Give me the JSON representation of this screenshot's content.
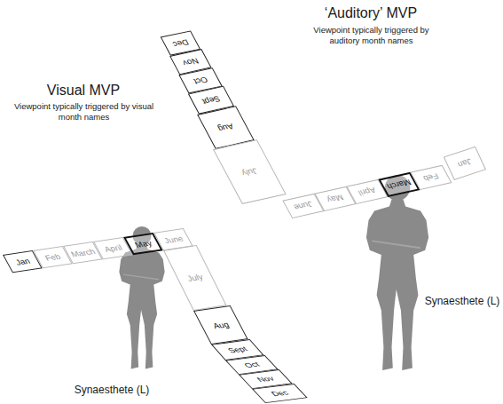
{
  "diagram": {
    "nodes": [
      {
        "text": [
          "Dec"
        ]
      },
      {
        "text": [
          "Nov"
        ]
      },
      {
        "text": [
          "Oct"
        ]
      },
      {
        "text": [
          "Sept"
        ]
      },
      {
        "text": [
          "Aug"
        ]
      },
      {
        "text": [
          "July"
        ]
      },
      {
        "text": [
          "June"
        ]
      },
      {
        "text": [
          "May"
        ]
      },
      {
        "text": [
          "April"
        ]
      },
      {
        "text": [
          "March"
        ]
      },
      {
        "text": [
          "Feb"
        ]
      },
      {
        "text": [
          "Jan"
        ]
      },
      {
        "text": [
          "Jan"
        ]
      },
      {
        "text": [
          "Feb"
        ]
      },
      {
        "text": [
          "March"
        ]
      },
      {
        "text": [
          "April"
        ]
      },
      {
        "text": [
          "May"
        ]
      },
      {
        "text": [
          "June"
        ]
      },
      {
        "text": [
          "July"
        ]
      },
      {
        "text": [
          "Aug"
        ]
      },
      {
        "text": [
          "Sept"
        ]
      },
      {
        "text": [
          "Oct"
        ]
      },
      {
        "text": [
          "Nov"
        ]
      },
      {
        "text": [
          "Dec"
        ]
      }
    ],
    "labels": [
      "‘Auditory’ MVP",
      "Viewpoint typically triggered by auditory month names",
      "Visual MVP",
      "Viewpoint typically triggered by visual month names",
      "Synaesthete (L)",
      "Synaesthete (L)"
    ]
  }
}
